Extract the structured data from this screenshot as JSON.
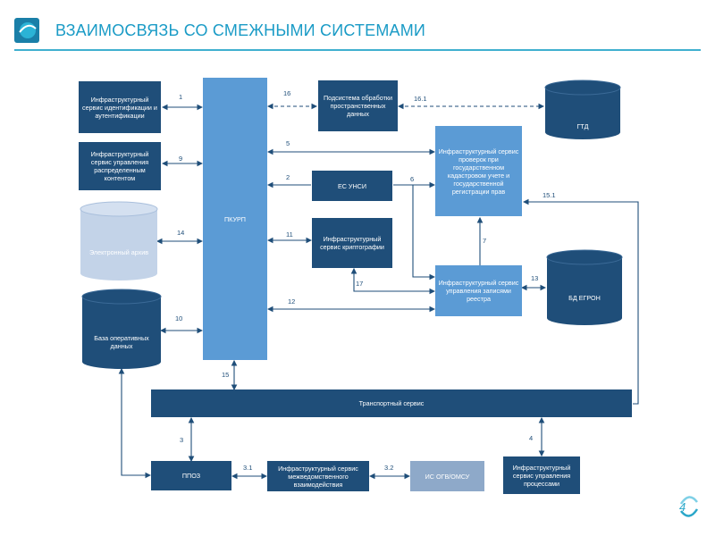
{
  "header": {
    "title": "ВЗАИМОСВЯЗЬ СО СМЕЖНЫМИ СИСТЕМАМИ"
  },
  "diagram": {
    "nodes": {
      "ident": "Инфраструктурный сервис идентификации и аутентификации",
      "content": "Инфраструктурный сервис управления распределенным контентом",
      "archive": "Электронный архив",
      "opdb": "База оперативных данных",
      "pkurp": "ПКУРП",
      "spatial": "Подсистема обработки пространственных данных",
      "gtd": "ГТД",
      "check": "Инфраструктурный сервис проверок при государственном кадастровом учете и государственной регистрации прав",
      "esunsi": "ЕС УНСИ",
      "crypto": "Инфраструктурный сервис криптографии",
      "registry": "Инфраструктурный сервис управления записями реестра",
      "egron": "БД ЕГРОН",
      "transport": "Транспортный сервис",
      "pposh": "ППОЗ",
      "interagency": "Инфраструктурный сервис межведомственного взаимодействия",
      "ogv": "ИС ОГВ/ОМСУ",
      "process": "Инфраструктурный сервис управления процессами"
    },
    "edges": {
      "e1": "1",
      "e16": "16",
      "e16_1": "16.1",
      "e5": "5",
      "e9": "9",
      "e2": "2",
      "e6": "6",
      "e15_1": "15.1",
      "e14": "14",
      "e11": "11",
      "e7": "7",
      "e17": "17",
      "e13": "13",
      "e12": "12",
      "e10": "10",
      "e15": "15",
      "e3": "3",
      "e4": "4",
      "e3_1": "3.1",
      "e3_2": "3.2"
    }
  },
  "footer": {
    "page_number": "4"
  },
  "colors": {
    "dark_box": "#1f4e79",
    "light_box": "#5b9bd5",
    "gray_box": "#8ea9c9",
    "accent": "#1a9bc6"
  }
}
